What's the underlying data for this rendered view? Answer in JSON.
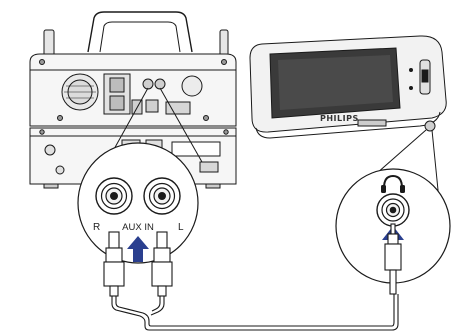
{
  "labels": {
    "right_channel": "R",
    "left_channel": "L",
    "aux_in": "AUX IN",
    "brand": "PHILIPS"
  },
  "colors": {
    "line": "#1a1a1a",
    "device_body": "#f2f2f2",
    "screen": "#3a3a3a",
    "arrow": "#2a3f8f"
  },
  "icons": {
    "headphone": "headphone-icon",
    "arrow": "up-arrow-icon"
  }
}
